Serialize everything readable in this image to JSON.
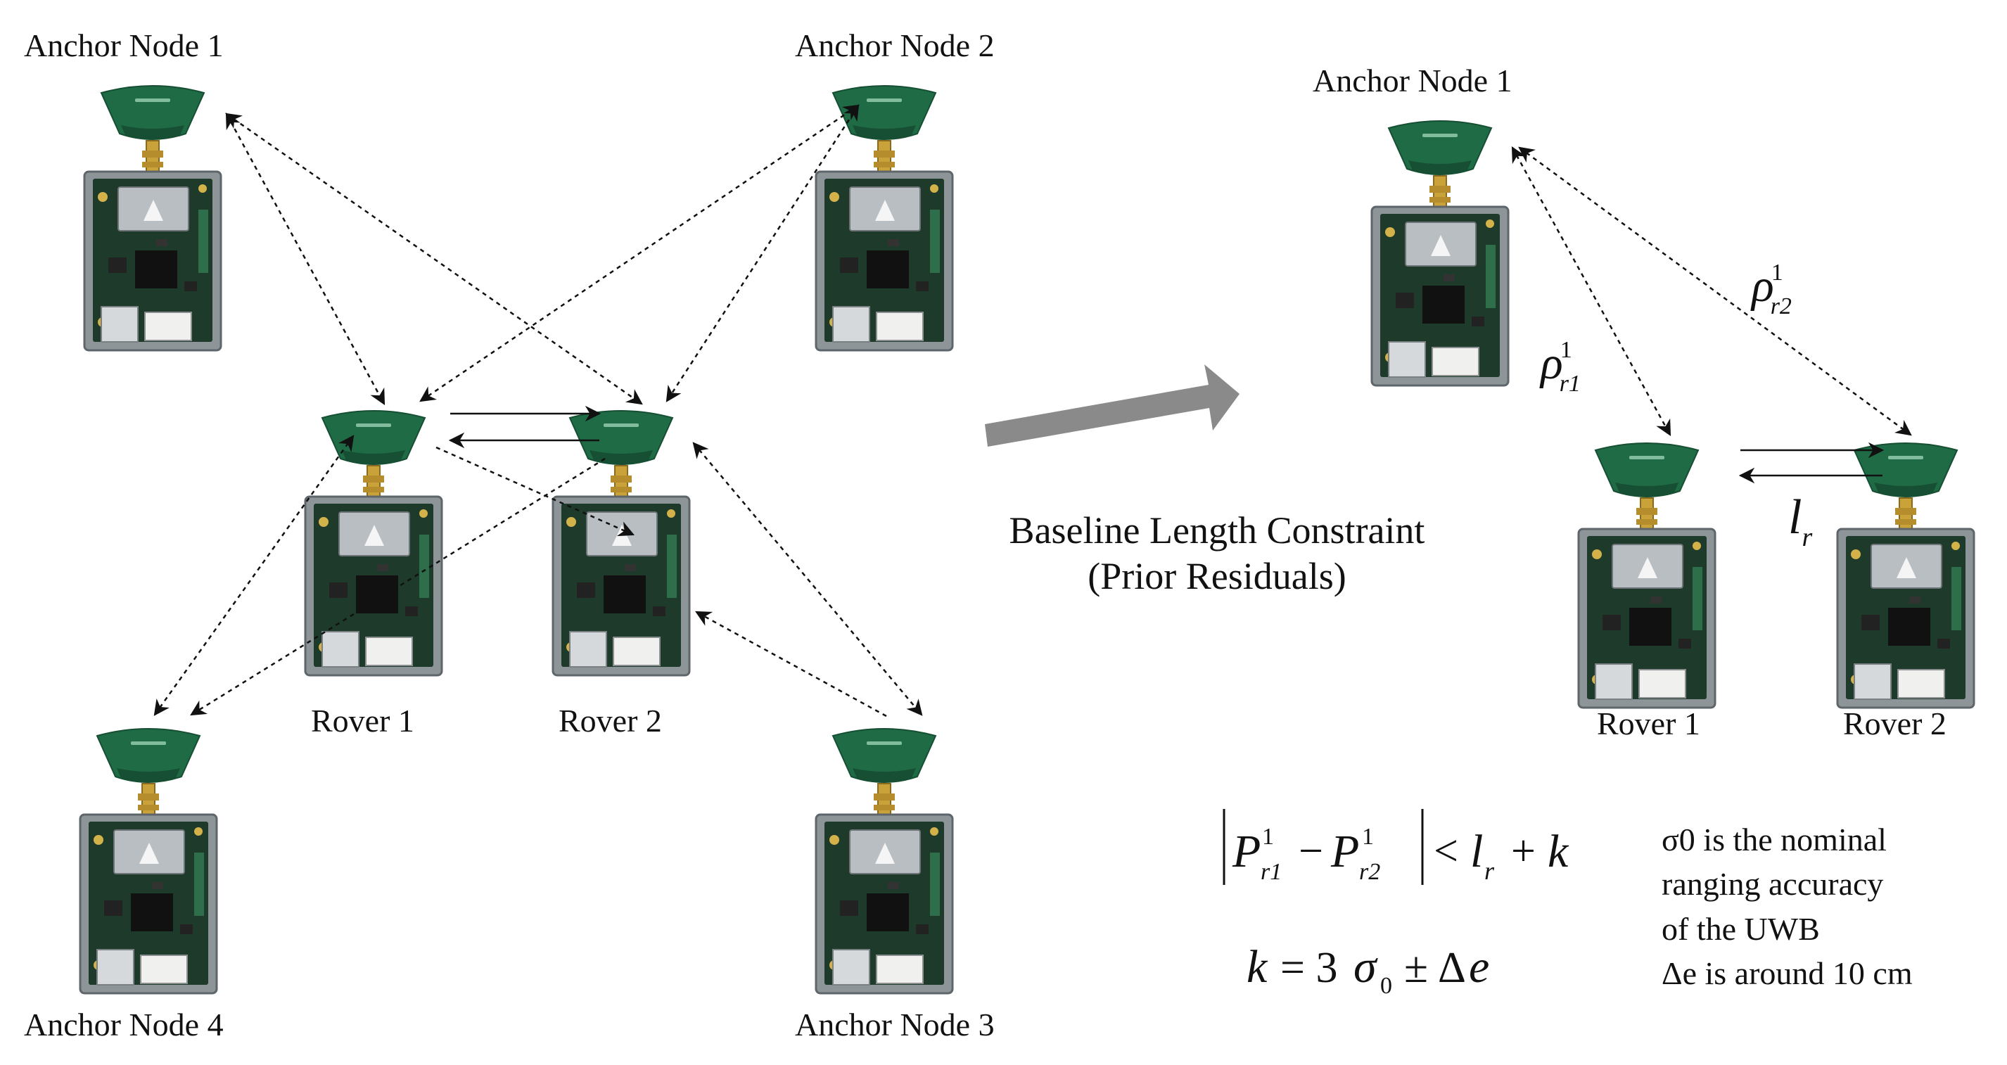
{
  "left_panel": {
    "anchors": [
      {
        "label": "Anchor Node 1"
      },
      {
        "label": "Anchor Node 2"
      },
      {
        "label": "Anchor Node 3"
      },
      {
        "label": "Anchor Node 4"
      }
    ],
    "rovers": [
      {
        "label": "Rover 1"
      },
      {
        "label": "Rover 2"
      }
    ]
  },
  "middle": {
    "line1": "Baseline Length Constraint",
    "line2": "(Prior Residuals)"
  },
  "right_panel": {
    "anchor_label": "Anchor Node 1",
    "rover1_label": "Rover 1",
    "rover2_label": "Rover 2",
    "rho_r1": {
      "base": "ρ",
      "sup": "1",
      "sub": "r1"
    },
    "rho_r2": {
      "base": "ρ",
      "sup": "1",
      "sub": "r2"
    },
    "baseline": {
      "base": "l",
      "sub": "r"
    }
  },
  "equations": {
    "eq1": "|P¹r1 − P¹r2| < lr + k",
    "eq2": "k = 3σ0 ± Δe"
  },
  "notes": {
    "line1": "σ0  is the nominal",
    "line2": "ranging  accuracy",
    "line3": "of the UWB",
    "line4": "Δe  is around 10 cm"
  },
  "colors": {
    "antenna": "#1f6b45",
    "antenna_dark": "#164f33",
    "board": "#1e3a2a",
    "case": "#8e9599",
    "arrow_grey": "#8a8a8a"
  },
  "icons": [
    "uwb-device-icon"
  ]
}
